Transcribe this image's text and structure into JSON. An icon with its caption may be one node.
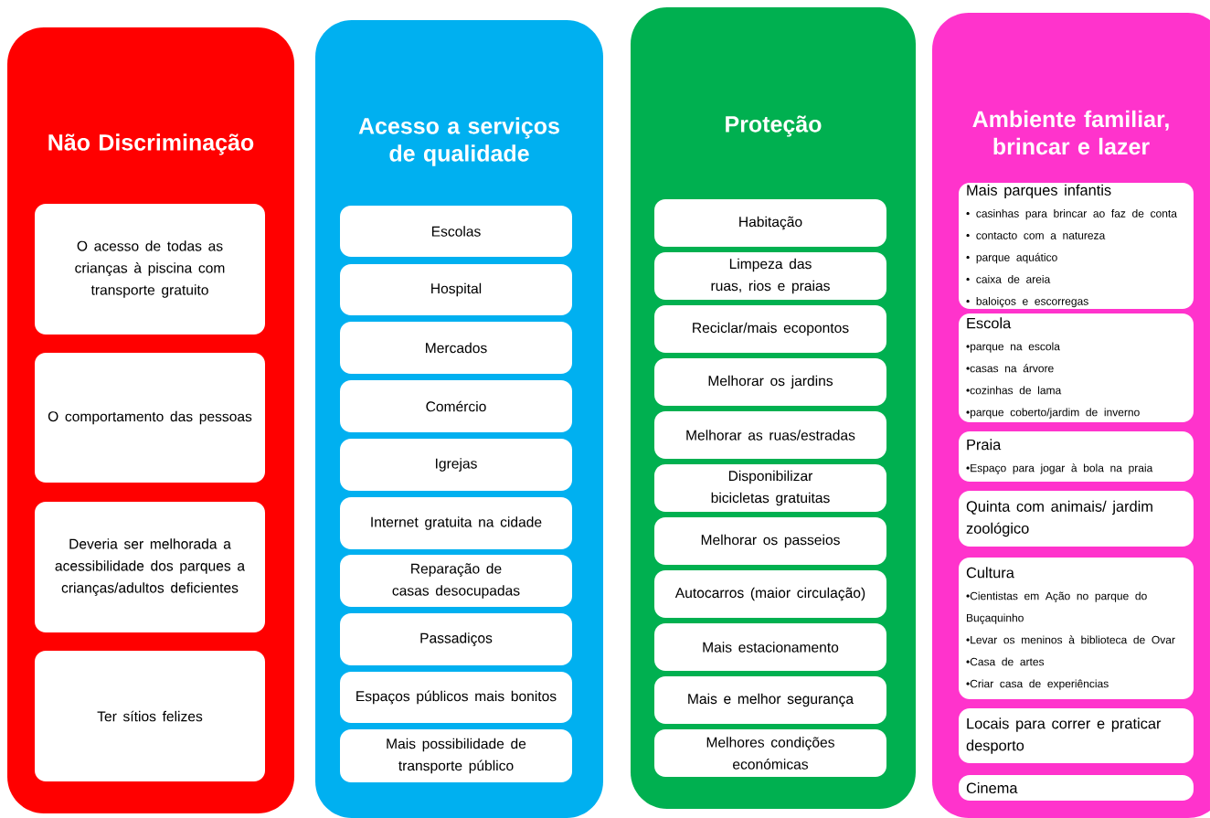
{
  "diagram": {
    "nodes": [
      {
        "text": [
          "Não Discriminação"
        ]
      },
      {
        "text": [
          "O acesso de todas as crianças à piscina com transporte gratuito"
        ],
        "in": 0
      },
      {
        "text": [
          "O comportamento das pessoas"
        ],
        "in": 0
      },
      {
        "text": [
          "Deveria ser melhorada a acessibilidade dos parques a crianças/adultos deficientes"
        ],
        "in": 0
      },
      {
        "text": [
          "Ter sítios felizes"
        ],
        "in": 0
      },
      {
        "text": [
          "Acesso a serviços de qualidade"
        ]
      },
      {
        "text": [
          "Escolas"
        ],
        "in": 5
      },
      {
        "text": [
          "Hospital"
        ],
        "in": 5
      },
      {
        "text": [
          "Mercados"
        ],
        "in": 5
      },
      {
        "text": [
          "Comércio"
        ],
        "in": 5
      },
      {
        "text": [
          "Igrejas"
        ],
        "in": 5
      },
      {
        "text": [
          "Internet gratuita na cidade"
        ],
        "in": 5
      },
      {
        "text": [
          "Reparação de casas desocupadas"
        ],
        "in": 5
      },
      {
        "text": [
          "Passadiços"
        ],
        "in": 5
      },
      {
        "text": [
          "Espaços públicos mais bonitos"
        ],
        "in": 5
      },
      {
        "text": [
          "Mais possibilidade de transporte público"
        ],
        "in": 5
      },
      {
        "text": [
          "Proteção"
        ]
      },
      {
        "text": [
          "Habitação"
        ],
        "in": 16
      },
      {
        "text": [
          "Limpeza das ruas, rios e praias"
        ],
        "in": 16
      },
      {
        "text": [
          "Reciclar/mais ecopontos"
        ],
        "in": 16
      },
      {
        "text": [
          "Melhorar os jardins"
        ],
        "in": 16
      },
      {
        "text": [
          "Melhorar as ruas/estradas"
        ],
        "in": 16
      },
      {
        "text": [
          "Disponibilizar bicicletas gratuitas"
        ],
        "in": 16
      },
      {
        "text": [
          "Melhorar os passeios"
        ],
        "in": 16
      },
      {
        "text": [
          "Autocarros (maior circulação)"
        ],
        "in": 16
      },
      {
        "text": [
          "Mais estacionamento"
        ],
        "in": 16
      },
      {
        "text": [
          "Mais e melhor segurança"
        ],
        "in": 16
      },
      {
        "text": [
          "Melhores condições económicas"
        ],
        "in": 16
      },
      {
        "text": [
          "Ambiente familiar, brincar e lazer"
        ]
      },
      {
        "text": [
          "Mais parques infantis",
          "• casinhas para brincar ao faz de conta",
          "• contacto com a natureza",
          "• parque aquático",
          "• caixa de areia",
          "• baloiços e escorregas"
        ],
        "in": 28
      },
      {
        "text": [
          "Escola",
          "•parque na escola",
          "•casas na árvore",
          "•cozinhas de lama",
          "•parque coberto/jardim de inverno"
        ],
        "in": 28
      },
      {
        "text": [
          "Praia",
          "•Espaço para jogar à bola na praia"
        ],
        "in": 28
      },
      {
        "text": [
          "Quinta com animais/ jardim zoológico"
        ],
        "in": 28
      },
      {
        "text": [
          "Cultura",
          "•Cientistas em Ação no parque do Buçaquinho",
          "•Levar os meninos à biblioteca de Ovar",
          "•Casa de artes",
          "•Criar casa de experiências"
        ],
        "in": 28
      },
      {
        "text": [
          "Locais para correr e praticar desporto"
        ],
        "in": 28
      },
      {
        "text": [
          "Cinema"
        ],
        "in": 28
      }
    ]
  }
}
